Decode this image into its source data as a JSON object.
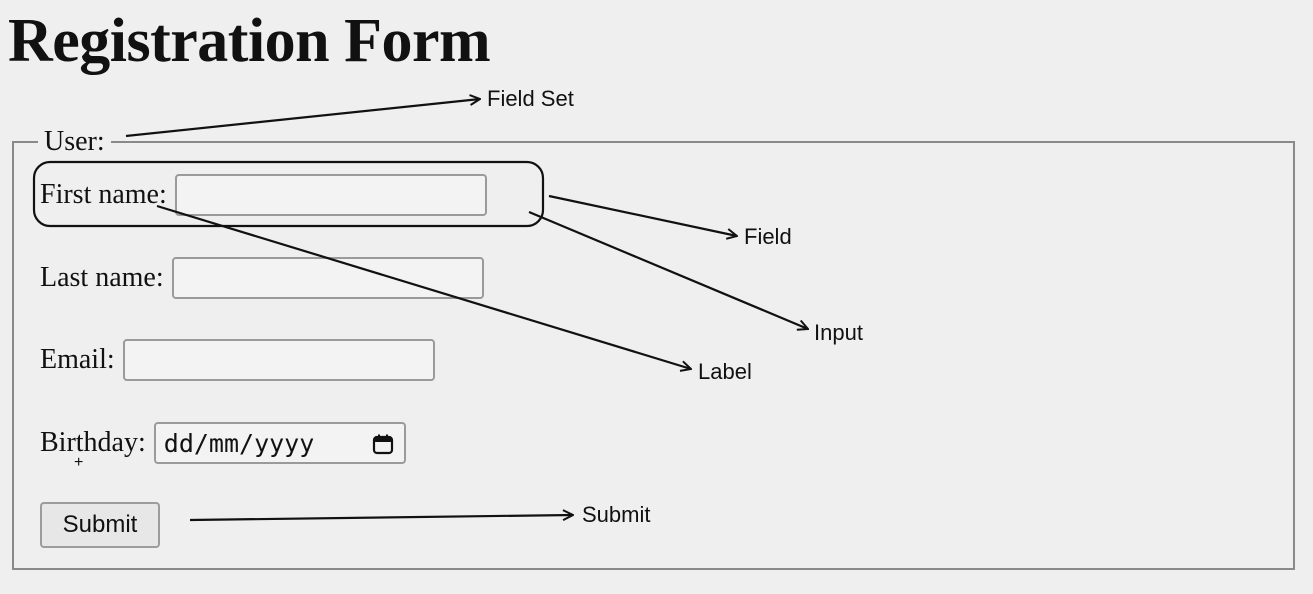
{
  "page": {
    "title": "Registration Form"
  },
  "form": {
    "fieldset_legend": "User:",
    "fields": [
      {
        "label": "First name:",
        "value": "",
        "type": "text"
      },
      {
        "label": "Last name:",
        "value": "",
        "type": "text"
      },
      {
        "label": "Email:",
        "value": "",
        "type": "text"
      },
      {
        "label": "Birthday:",
        "placeholder": "dd/mm/yyyy",
        "type": "date",
        "icon": "calendar-icon"
      }
    ],
    "submit_label": "Submit"
  },
  "annotations": {
    "field_set": "Field Set",
    "field": "Field",
    "input": "Input",
    "label": "Label",
    "submit": "Submit"
  }
}
